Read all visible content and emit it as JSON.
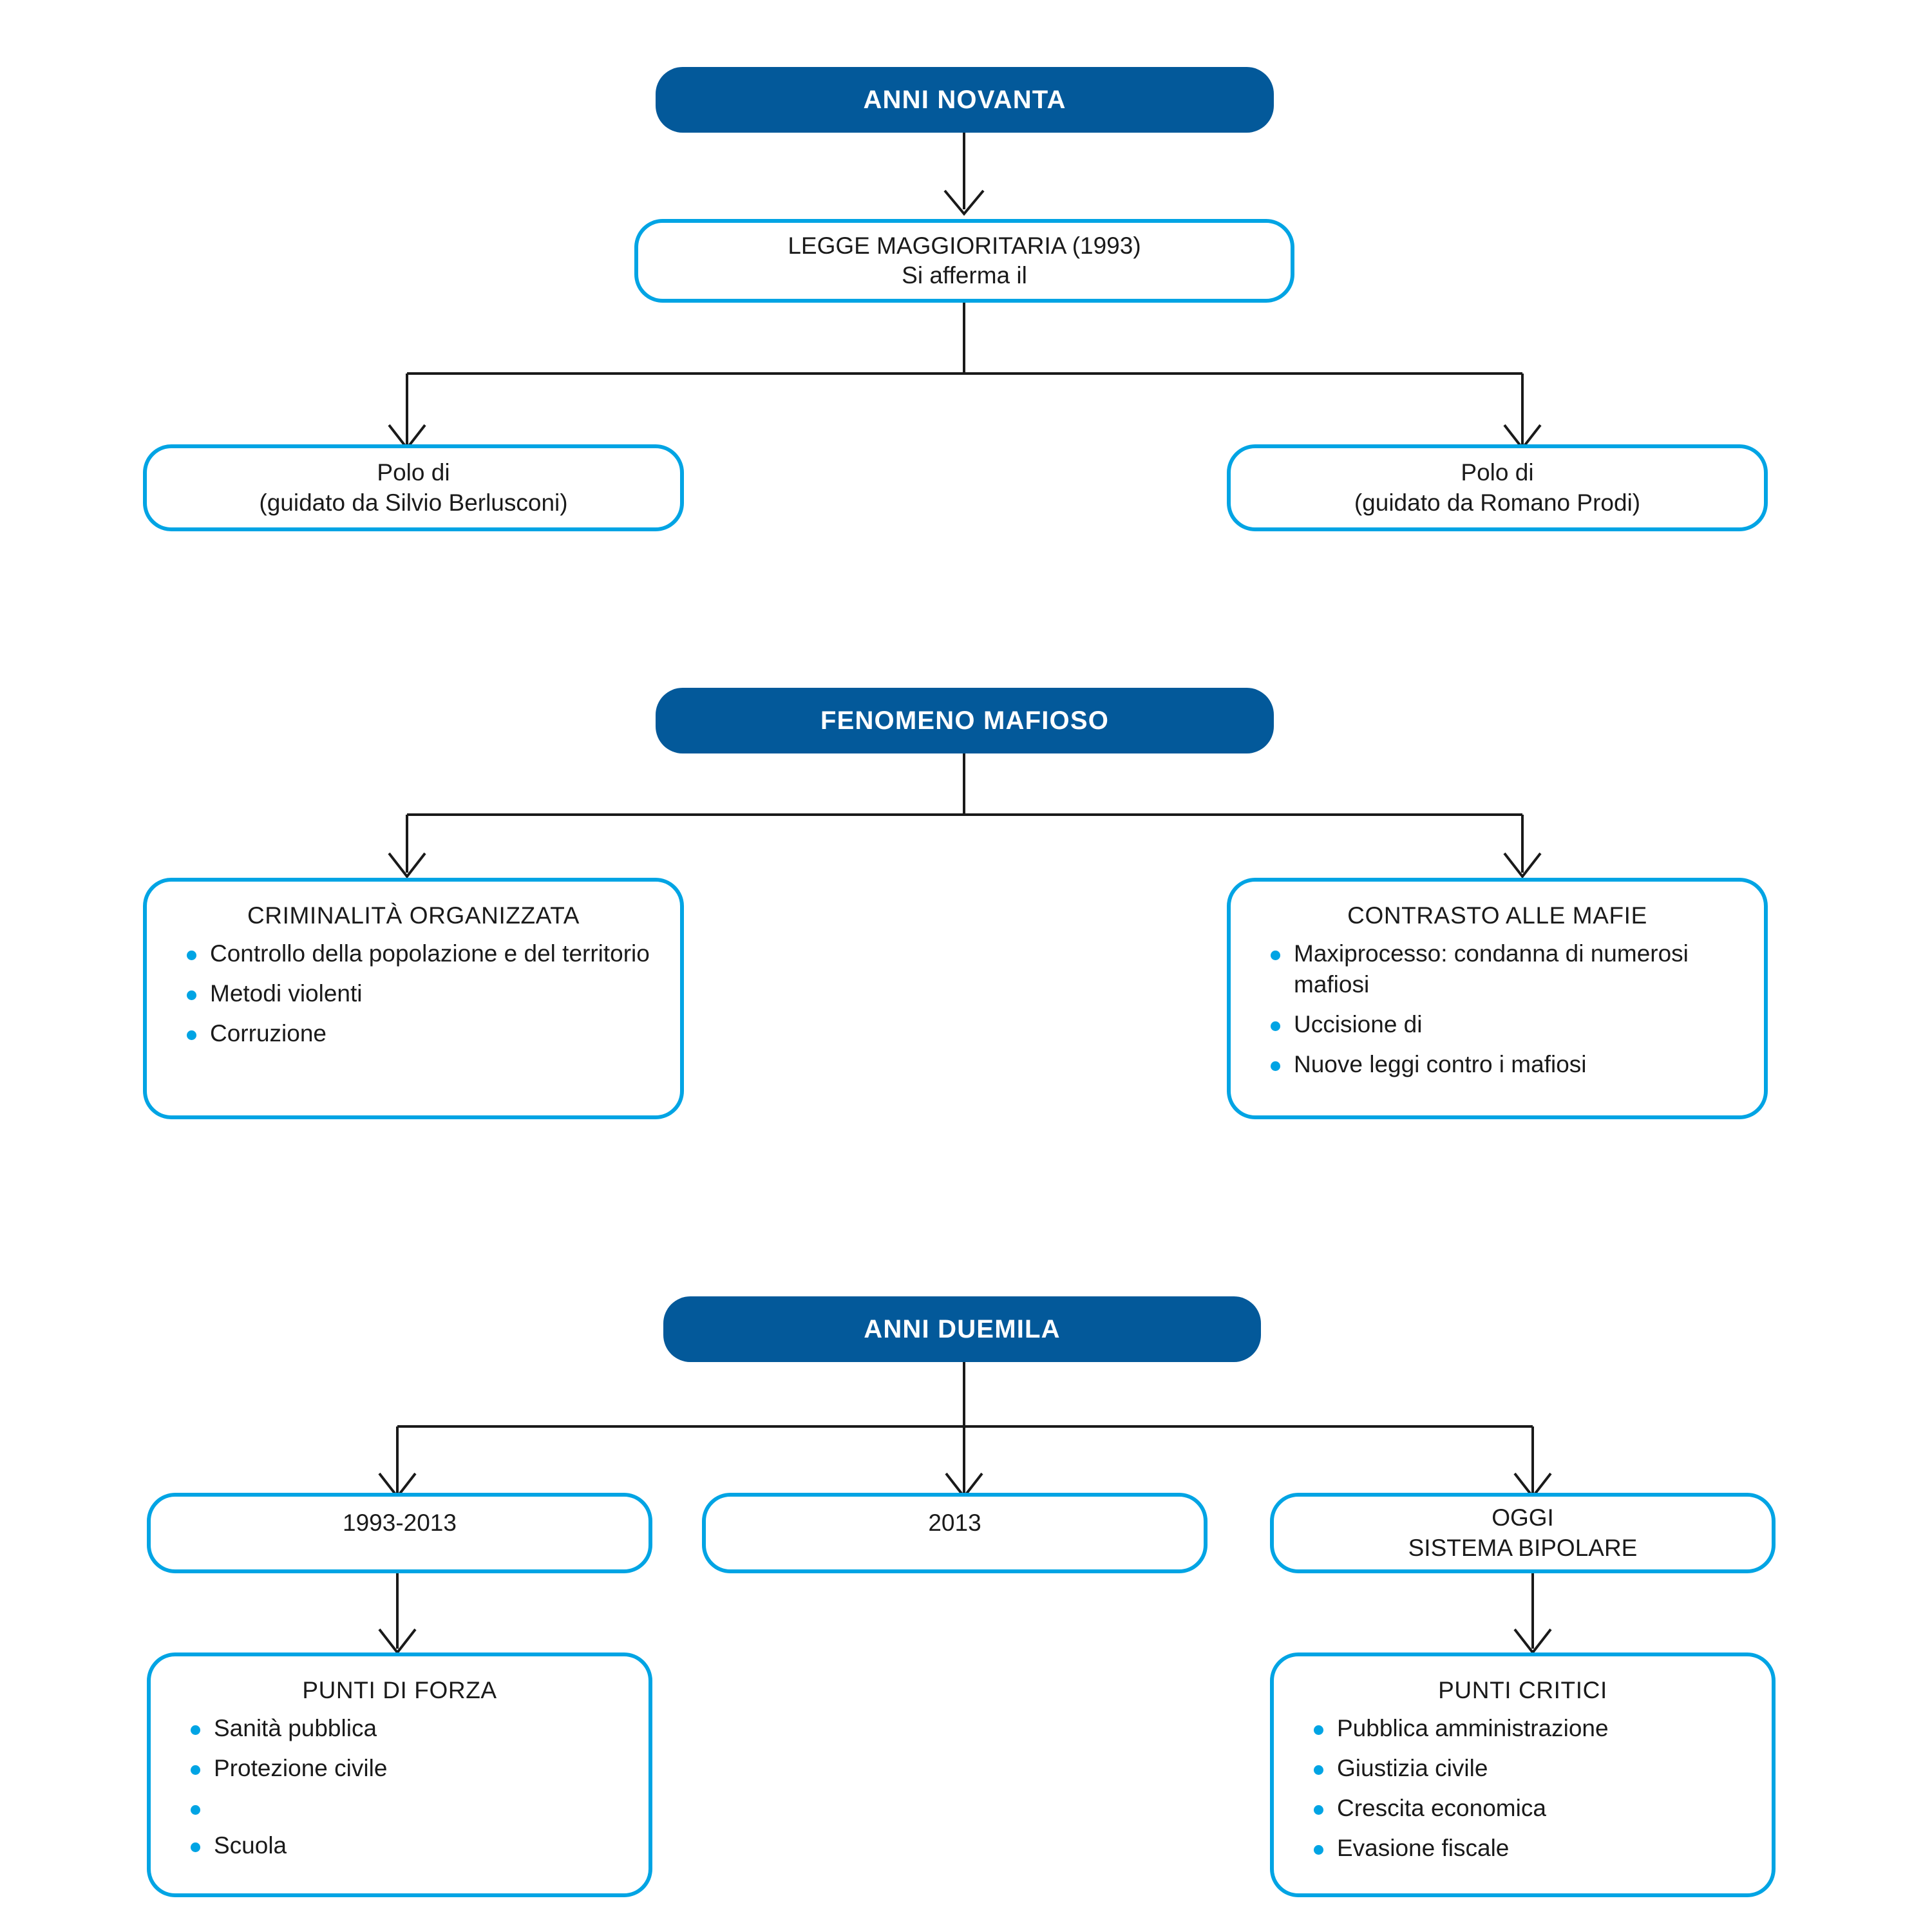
{
  "document": {
    "title": "Mappa concettuale: Storia d'Italia dagli anni Novanta a oggi",
    "language": "it",
    "colors": {
      "header_fill": "#03599A",
      "header_text": "#FFFFFF",
      "card_border": "#00A4E4",
      "card_fill": "#FFFFFF",
      "bullet": "#00A4E4",
      "connector": "#1A1A1A",
      "body_text": "#1A1A1A",
      "background": "#FFFFFF"
    }
  },
  "sections": [
    {
      "id": "anni-novanta",
      "header": {
        "label": "ANNI NOVANTA"
      },
      "child": {
        "id": "legge-maggioritaria",
        "lines": [
          "LEGGE MAGGIORITARIA (1993)",
          "Si afferma il"
        ]
      },
      "leaves": [
        {
          "id": "polo-berlusconi",
          "lines": [
            "Polo di",
            "(guidato da Silvio Berlusconi)"
          ]
        },
        {
          "id": "polo-prodi",
          "lines": [
            "Polo di",
            "(guidato da Romano Prodi)"
          ]
        }
      ]
    },
    {
      "id": "fenomeno-mafioso",
      "header": {
        "label": "FENOMENO MAFIOSO"
      },
      "leaves": [
        {
          "id": "criminalita-organizzata",
          "title": "CRIMINALITÀ ORGANIZZATA",
          "bullets": [
            "Controllo della popolazione e del territorio",
            "Metodi violenti",
            "Corruzione"
          ]
        },
        {
          "id": "contrasto-alle-mafie",
          "title": "CONTRASTO ALLE MAFIE",
          "bullets": [
            "Maxiprocesso: condanna di numerosi mafiosi",
            "Uccisione di",
            "Nuove leggi contro i mafiosi"
          ]
        }
      ]
    },
    {
      "id": "anni-duemila",
      "header": {
        "label": "ANNI DUEMILA"
      },
      "leaves": [
        {
          "id": "periodo-1993-2013",
          "lines": [
            "1993-2013"
          ]
        },
        {
          "id": "periodo-2013",
          "lines": [
            "2013"
          ]
        },
        {
          "id": "oggi-sistema-bipolare",
          "lines": [
            "OGGI",
            "SISTEMA BIPOLARE"
          ]
        }
      ],
      "sub_leaves": [
        {
          "id": "punti-di-forza",
          "title": "PUNTI DI FORZA",
          "bullets": [
            "Sanità pubblica",
            "Protezione civile",
            "",
            "Scuola"
          ]
        },
        {
          "id": "punti-critici",
          "title": "PUNTI CRITICI",
          "bullets": [
            "Pubblica amministrazione",
            "Giustizia civile",
            "Crescita economica",
            "Evasione fiscale"
          ]
        }
      ]
    }
  ]
}
